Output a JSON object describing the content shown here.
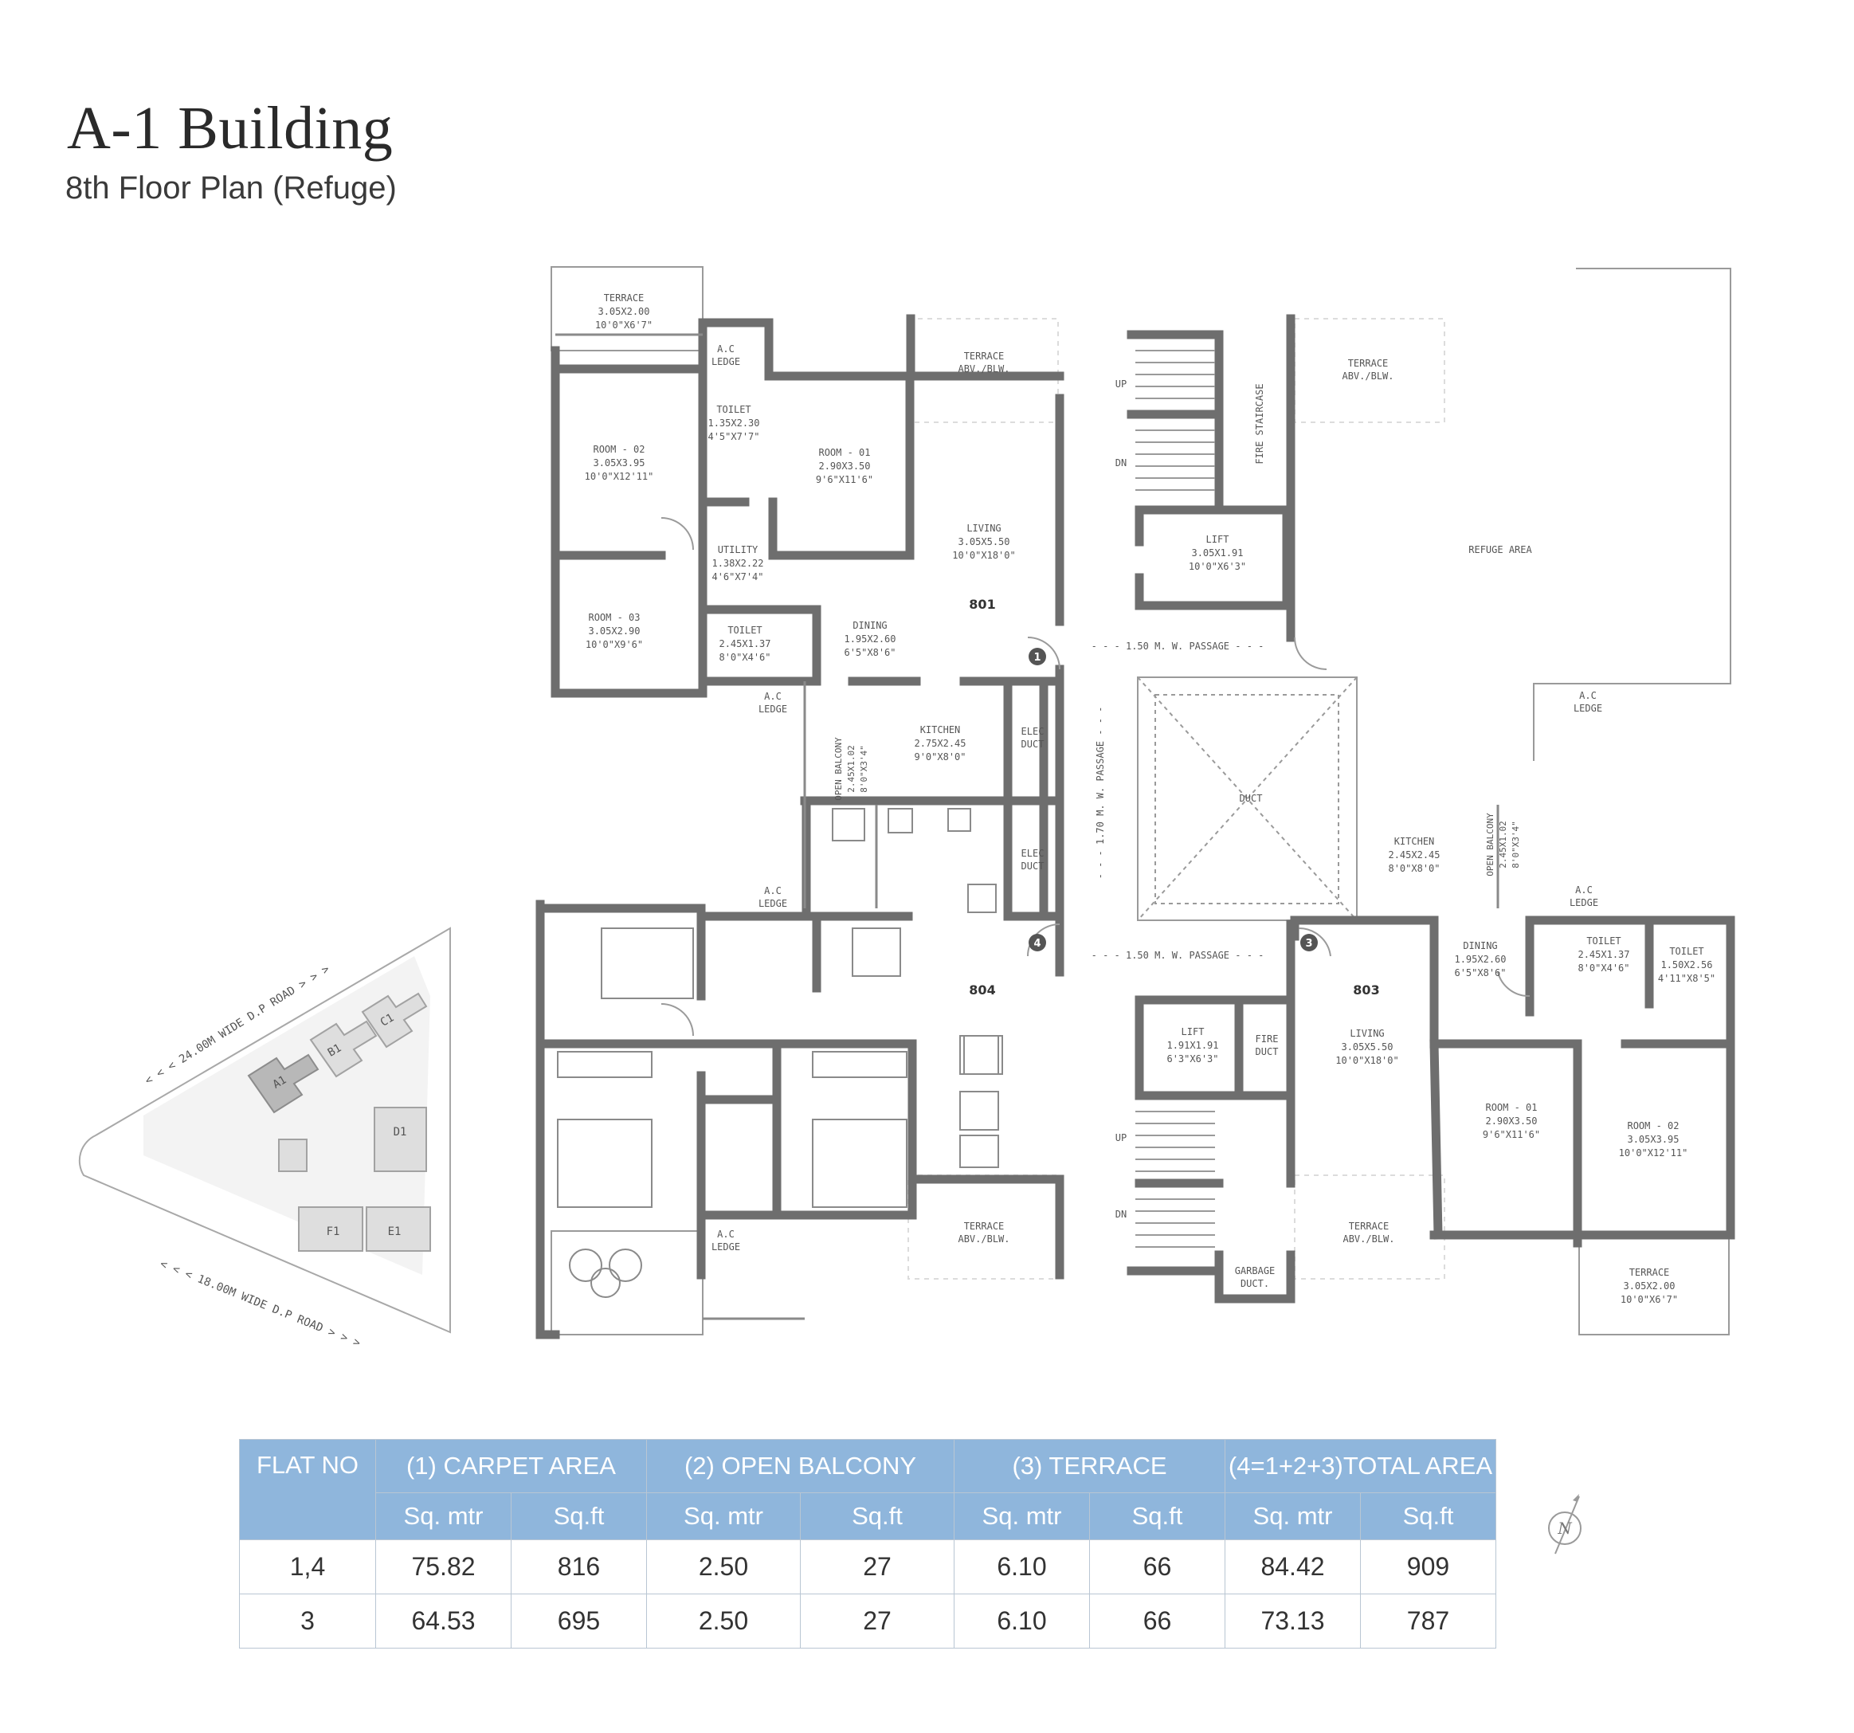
{
  "header": {
    "title": "A-1 Building",
    "subtitle": "8th Floor Plan (Refuge)"
  },
  "flats": {
    "f801": "801",
    "f804": "804",
    "f803": "803",
    "m1": "1",
    "m4": "4",
    "m3": "3"
  },
  "rooms": {
    "terrace_tl": [
      "TERRACE",
      "3.05X2.00",
      "10'0\"X6'7\""
    ],
    "ac_ledge_1": [
      "A.C",
      "LEDGE"
    ],
    "toilet_1": [
      "TOILET",
      "1.35X2.30",
      "4'5\"X7'7\""
    ],
    "room02_1": [
      "ROOM - 02",
      "3.05X3.95",
      "10'0\"X12'11\""
    ],
    "room01_1": [
      "ROOM - 01",
      "2.90X3.50",
      "9'6\"X11'6\""
    ],
    "terrace_abv_1": [
      "TERRACE",
      "ABV./BLW."
    ],
    "living_1": [
      "LIVING",
      "3.05X5.50",
      "10'0\"X18'0\""
    ],
    "utility_1": [
      "UTILITY",
      "1.38X2.22",
      "4'6\"X7'4\""
    ],
    "room03_1": [
      "ROOM - 03",
      "3.05X2.90",
      "10'0\"X9'6\""
    ],
    "toilet_2": [
      "TOILET",
      "2.45X1.37",
      "8'0\"X4'6\""
    ],
    "dining_1": [
      "DINING",
      "1.95X2.60",
      "6'5\"X8'6\""
    ],
    "ac_ledge_2": [
      "A.C",
      "LEDGE"
    ],
    "openbal_1": [
      "OPEN BALCONY",
      "2.45X1.02",
      "8'0\"X3'4\""
    ],
    "kitchen_1": [
      "KITCHEN",
      "2.75X2.45",
      "9'0\"X8'0\""
    ],
    "elec_1": [
      "ELEC",
      "DUCT"
    ],
    "elec_2": [
      "ELEC",
      "DUCT"
    ],
    "ac_ledge_3": [
      "A.C",
      "LEDGE"
    ],
    "ac_ledge_4": [
      "A.C",
      "LEDGE"
    ],
    "terrace_abv_2": [
      "TERRACE",
      "ABV./BLW."
    ],
    "up_1": "UP",
    "dn_1": "DN",
    "up_2": "UP",
    "dn_2": "DN",
    "firestair": "FIRE STAIRCASE",
    "lift_1": [
      "LIFT",
      "3.05X1.91",
      "10'0\"X6'3\""
    ],
    "passage_top": "- - - 1.50 M. W. PASSAGE - - -",
    "passage_vert": "- - - 1.70 M. W. PASSAGE - - -",
    "passage_mid": "- - - 1.50 M. W. PASSAGE - - -",
    "duct": "DUCT",
    "lift_2": [
      "LIFT",
      "1.91X1.91",
      "6'3\"X6'3\""
    ],
    "fire_duct": [
      "FIRE",
      "DUCT"
    ],
    "terrace_abv_3": [
      "TERRACE",
      "ABV./BLW."
    ],
    "terrace_abv_4": [
      "TERRACE",
      "ABV./BLW."
    ],
    "garbage": [
      "GARBAGE",
      "DUCT."
    ],
    "terrace_abv_5": [
      "TERRACE",
      "ABV./BLW."
    ],
    "refuge": "REFUGE AREA",
    "ac_ledge_5": [
      "A.C",
      "LEDGE"
    ],
    "kitchen_3": [
      "KITCHEN",
      "2.45X2.45",
      "8'0\"X8'0\""
    ],
    "openbal_3": [
      "OPEN BALCONY",
      "2.45X1.02",
      "8'0\"X3'4\""
    ],
    "ac_ledge_6": [
      "A.C",
      "LEDGE"
    ],
    "dining_3": [
      "DINING",
      "1.95X2.60",
      "6'5\"X8'6\""
    ],
    "toilet_3": [
      "TOILET",
      "2.45X1.37",
      "8'0\"X4'6\""
    ],
    "toilet_4": [
      "TOILET",
      "1.50X2.56",
      "4'11\"X8'5\""
    ],
    "living_3": [
      "LIVING",
      "3.05X5.50",
      "10'0\"X18'0\""
    ],
    "room01_3": [
      "ROOM - 01",
      "2.90X3.50",
      "9'6\"X11'6\""
    ],
    "room02_3": [
      "ROOM - 02",
      "3.05X3.95",
      "10'0\"X12'11\""
    ],
    "terrace_br": [
      "TERRACE",
      "3.05X2.00",
      "10'0\"X6'7\""
    ]
  },
  "site": {
    "road_top": "< < <  24.00M WIDE D.P ROAD  > > >",
    "road_bottom": "< < <  18.00M WIDE D.P ROAD  > > >",
    "labels": {
      "a1": "A1",
      "b1": "B1",
      "c1": "C1",
      "d1": "D1",
      "e1": "E1",
      "f1": "F1"
    }
  },
  "north": "N",
  "table": {
    "headers": [
      "FLAT NO",
      "(1) CARPET AREA",
      "(2) OPEN BALCONY",
      "(3) TERRACE",
      "(4=1+2+3)TOTAL AREA"
    ],
    "subheaders": [
      "Sq. mtr",
      "Sq.ft",
      "Sq. mtr",
      "Sq.ft",
      "Sq. mtr",
      "Sq.ft",
      "Sq. mtr",
      "Sq.ft"
    ],
    "rows": [
      [
        "1,4",
        "75.82",
        "816",
        "2.50",
        "27",
        "6.10",
        "66",
        "84.42",
        "909"
      ],
      [
        "3",
        "64.53",
        "695",
        "2.50",
        "27",
        "6.10",
        "66",
        "73.13",
        "787"
      ]
    ]
  },
  "colors": {
    "wall": "#6b6b6b",
    "header_fill": "#8fb6dc",
    "text": "#333333"
  }
}
